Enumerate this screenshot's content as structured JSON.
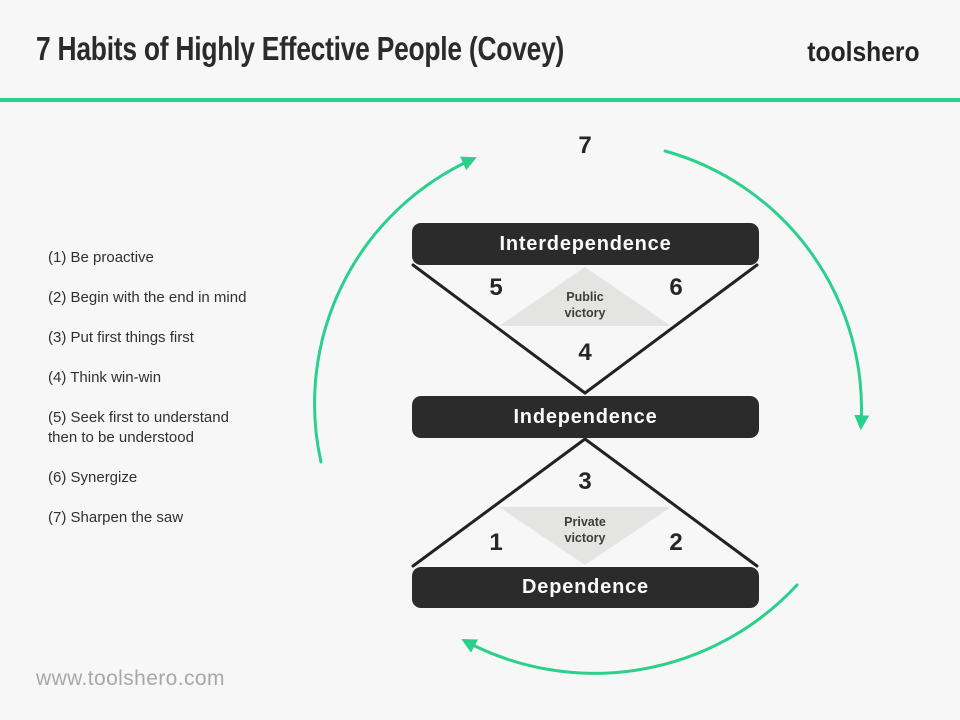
{
  "header": {
    "title": "7 Habits of Highly Effective People (Covey)",
    "brand": "toolshero"
  },
  "habits": {
    "items": [
      "(1) Be proactive",
      "(2) Begin with the end in mind",
      "(3) Put first things first",
      "(4) Think win-win",
      "(5) Seek first to understand\nthen to be understood",
      "(6) Synergize",
      "(7) Sharpen the saw"
    ]
  },
  "diagram": {
    "levels": [
      {
        "label": "Interdependence"
      },
      {
        "label": "Independence"
      },
      {
        "label": "Dependence"
      }
    ],
    "zones": {
      "public_victory": "Public\nvictory",
      "private_victory": "Private\nvictory"
    },
    "numbers": [
      "1",
      "2",
      "3",
      "4",
      "5",
      "6",
      "7"
    ]
  },
  "footer": {
    "url": "www.toolshero.com"
  },
  "colors": {
    "accent_green": "#2bd08c",
    "bar_dark": "#2b2b2b",
    "line_black": "#222222",
    "triangle_gray": "#e4e4e3",
    "background": "#f7f7f8"
  }
}
